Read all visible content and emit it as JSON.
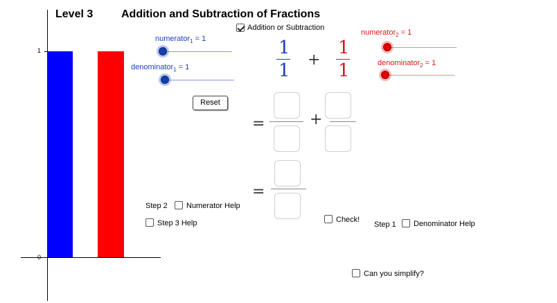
{
  "header": {
    "level": "Level 3",
    "title": "Addition and Subtraction of Fractions"
  },
  "axis": {
    "tick_one": "1",
    "tick_zero": "0"
  },
  "bars": {
    "left_color": "#0000ff",
    "right_color": "#ff0000",
    "left_value": 1,
    "right_value": 1
  },
  "sliders": {
    "numerator1": {
      "label": "numerator",
      "sub": "1",
      "suffix": " = 1",
      "value": 1
    },
    "denominator1": {
      "label": "denominator",
      "sub": "1",
      "suffix": " = 1",
      "value": 1
    },
    "numerator2": {
      "label": "numerator",
      "sub": "2",
      "suffix": " = 1",
      "value": 1
    },
    "denominator2": {
      "label": "denominator",
      "sub": "2",
      "suffix": " = 1",
      "value": 1
    }
  },
  "operation": {
    "checkbox_label": "Addition or Subtraction",
    "checked": true,
    "operator": "+"
  },
  "fraction1": {
    "numerator": "1",
    "denominator": "1",
    "color": "#1a3ebd"
  },
  "fraction2": {
    "numerator": "1",
    "denominator": "1",
    "color": "#e01515"
  },
  "equation": {
    "equals": "=",
    "plus": "+"
  },
  "reset_label": "Reset",
  "checkboxes": {
    "step2": {
      "prefix": "Step 2",
      "label": "Numerator Help"
    },
    "step3": {
      "label": "Step 3 Help"
    },
    "check": {
      "label": "Check!"
    },
    "step1": {
      "prefix": "Step 1",
      "label": "Denominator Help"
    },
    "simplify": {
      "label": "Can you simplify?"
    }
  }
}
